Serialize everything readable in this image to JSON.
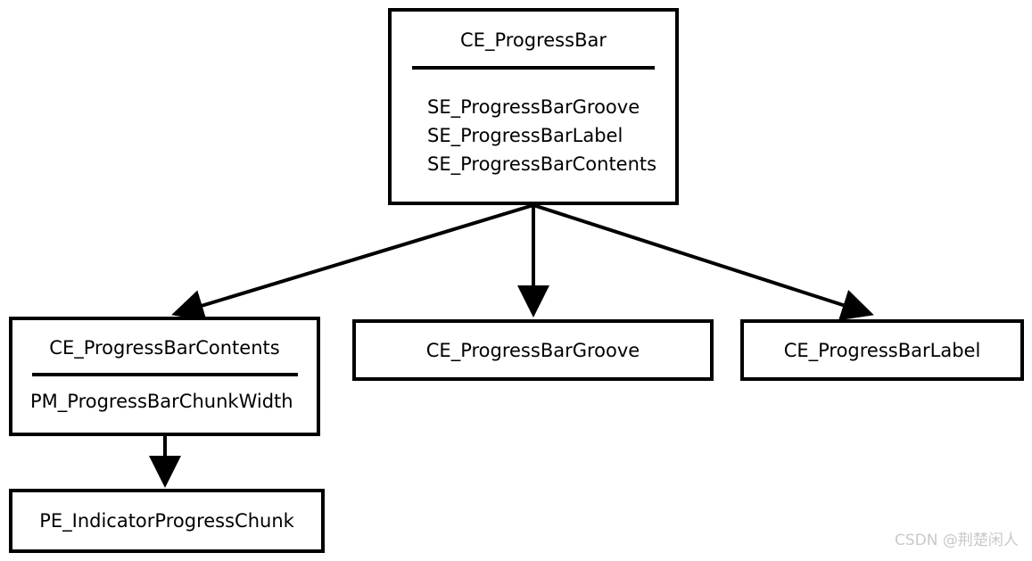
{
  "diagram": {
    "type": "class-hierarchy-flowchart",
    "background_color": "#ffffff",
    "stroke_color": "#000000",
    "nodes": [
      {
        "id": "progressbar",
        "title": "CE_ProgressBar",
        "has_separator": true,
        "members": [
          "SE_ProgressBarGroove",
          "SE_ProgressBarLabel",
          "SE_ProgressBarContents"
        ]
      },
      {
        "id": "contents",
        "title": "CE_ProgressBarContents",
        "has_separator": true,
        "members": [
          "PM_ProgressBarChunkWidth"
        ]
      },
      {
        "id": "groove",
        "title": "CE_ProgressBarGroove",
        "has_separator": false,
        "members": []
      },
      {
        "id": "label",
        "title": "CE_ProgressBarLabel",
        "has_separator": false,
        "members": []
      },
      {
        "id": "chunk",
        "title": "PE_IndicatorProgressChunk",
        "has_separator": false,
        "members": []
      }
    ],
    "edges": [
      {
        "from": "progressbar",
        "to": "contents",
        "style": "solid-arrow"
      },
      {
        "from": "progressbar",
        "to": "groove",
        "style": "solid-arrow"
      },
      {
        "from": "progressbar",
        "to": "label",
        "style": "solid-arrow"
      },
      {
        "from": "contents",
        "to": "chunk",
        "style": "solid-arrow"
      }
    ]
  },
  "watermark": {
    "text": "CSDN @荆楚闲人",
    "color": "#c9c9c9"
  }
}
